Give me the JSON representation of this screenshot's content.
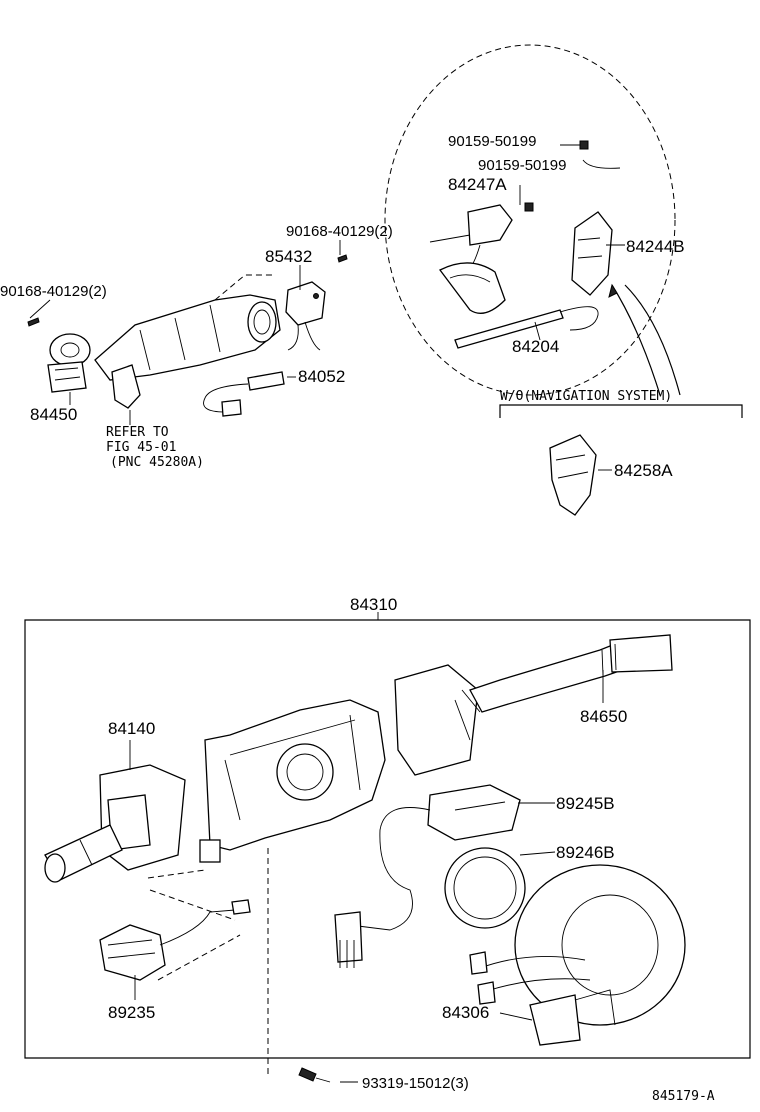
{
  "labels": {
    "p90159_50199_a": "90159-50199",
    "p90159_50199_b": "90159-50199",
    "p84247A": "84247A",
    "p84244B": "84244B",
    "p90168_40129_top": "90168-40129(2)",
    "p85432": "85432",
    "p90168_40129_left": "90168-40129(2)",
    "p84052": "84052",
    "p84450": "84450",
    "p84204": "84204",
    "ref_line1": "REFER TO",
    "ref_line2": "FIG 45-01",
    "ref_line3": "(PNC 45280A)",
    "wo_nav": "W/O(NAVIGATION SYSTEM)",
    "p84258A": "84258A",
    "p84310": "84310",
    "p84650": "84650",
    "p84140": "84140",
    "p89245B": "89245B",
    "p89246B": "89246B",
    "p89235": "89235",
    "p84306": "84306",
    "p93319_15012": "93319-15012(3)",
    "figure_id": "845179-A"
  }
}
